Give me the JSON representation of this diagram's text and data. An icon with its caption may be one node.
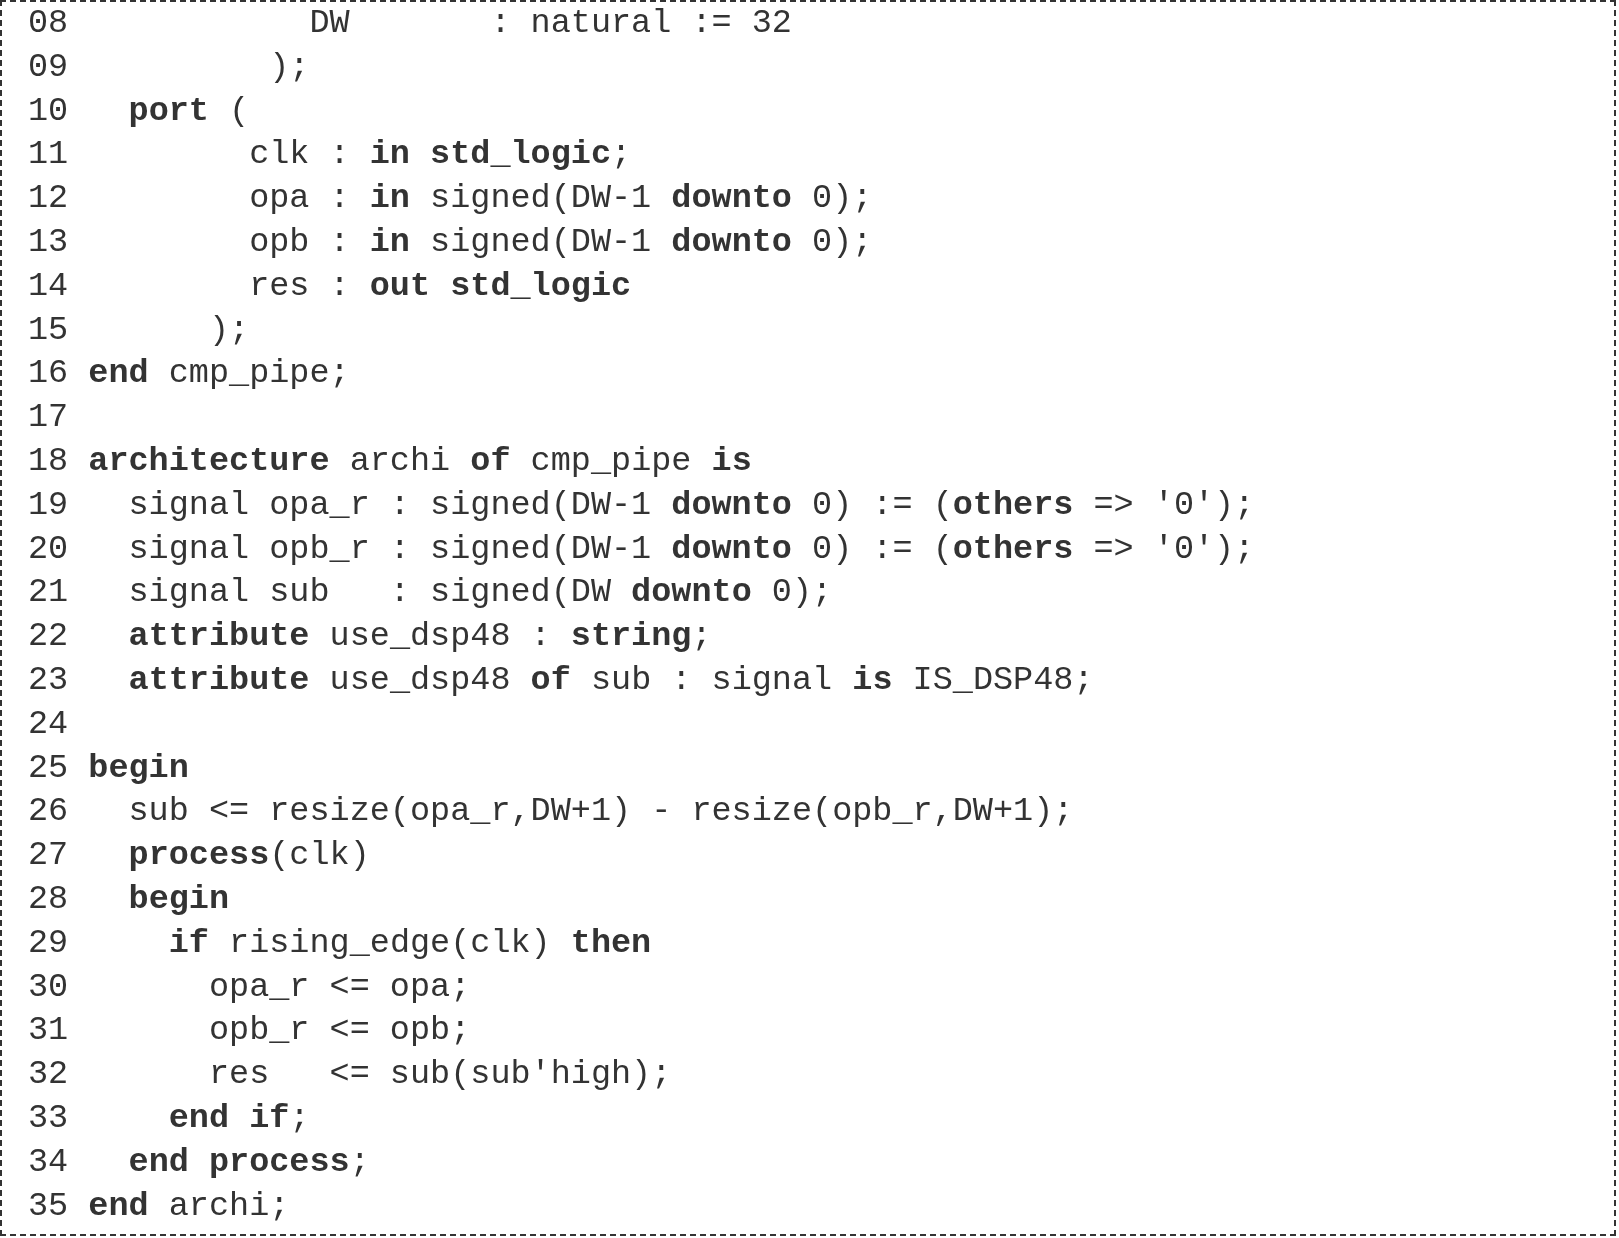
{
  "diagram": {
    "nodes": [
      {
        "text": [
          "08            DW       : natural := 32",
          "09          );",
          "10   **port** (",
          "11         clk : **in** **std_logic**;",
          "12         opa : **in** signed(DW-1 **downto** 0);",
          "13         opb : **in** signed(DW-1 **downto** 0);",
          "14         res : **out** **std_logic**",
          "15       );",
          "16 **end** cmp_pipe;",
          "17",
          "18 **architecture** archi **of** cmp_pipe **is**",
          "19   signal opa_r : signed(DW-1 **downto** 0) := (**others** => '0');",
          "20   signal opb_r : signed(DW-1 **downto** 0) := (**others** => '0');",
          "21   signal sub   : signed(DW **downto** 0);",
          "22   **attribute** use_dsp48 : **string**;",
          "23   **attribute** use_dsp48 **of** sub : signal **is** IS_DSP48;",
          "24",
          "25 **begin**",
          "26   sub <= resize(opa_r,DW+1) - resize(opb_r,DW+1);",
          "27   **process**(clk)",
          "28   **begin**",
          "29     **if** rising_edge(clk) **then**",
          "30       opa_r <= opa;",
          "31       opb_r <= opb;",
          "32       res   <= sub(sub'high);",
          "33     **end** **if**;",
          "34   **end** **process**;",
          "35 **end** archi;"
        ]
      }
    ]
  }
}
